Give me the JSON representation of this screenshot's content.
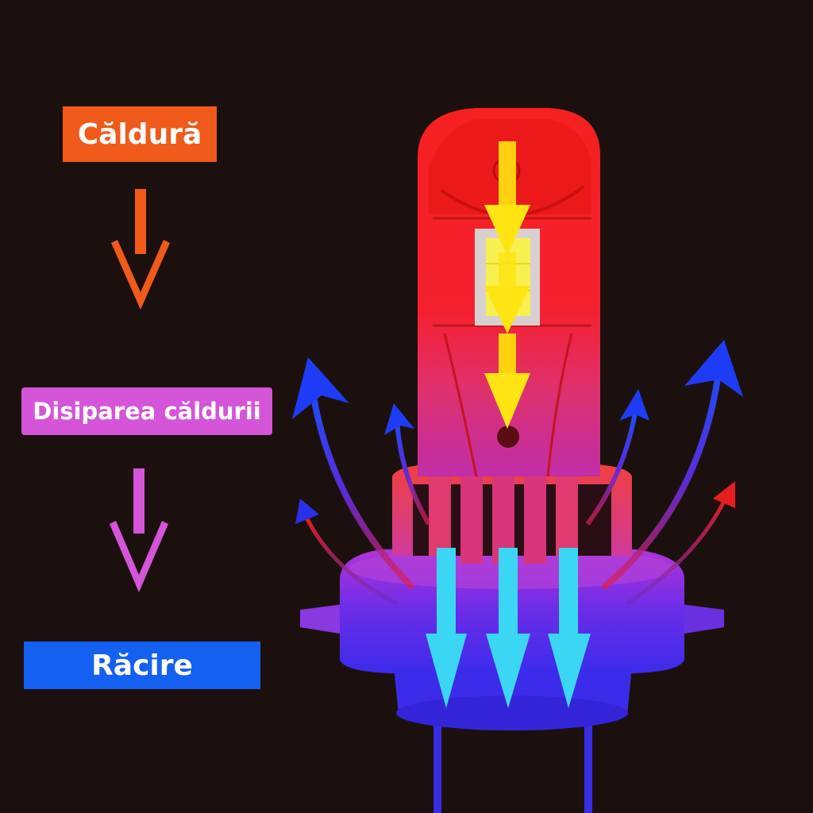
{
  "labels": {
    "heat": "Căldură",
    "dissipation": "Disiparea căldurii",
    "cooling": "Răcire"
  },
  "colors": {
    "background": "#1c100e",
    "heat": "#f05a1a",
    "dissipation": "#d455d8",
    "cooling": "#1460f0",
    "hot_body": "#f52020",
    "cool_base": "#4a2ce8",
    "heat_flow": "#ffe414",
    "cool_flow": "#3cd6f5",
    "airflow_out": "#1e3cf5",
    "airflow_red": "#e81e1e"
  },
  "icons": [
    "arrow-down-icon",
    "led-chip-icon",
    "bulb-icon",
    "airflow-arrow-icon"
  ]
}
